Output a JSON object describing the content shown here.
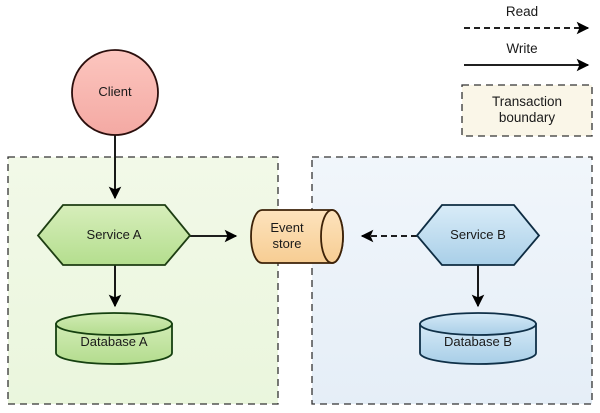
{
  "diagram": {
    "title": "Event-sourcing transaction boundary diagram",
    "type": "architecture-flow"
  },
  "nodes": {
    "client": {
      "label": "Client",
      "shape": "ellipse",
      "fill": "#f8b6b0",
      "stroke": "#2b0f0d"
    },
    "service_a": {
      "label": "Service A",
      "shape": "hexagon",
      "fill": "#c8e6a0",
      "stroke": "#1d3d12"
    },
    "database_a": {
      "label": "Database A",
      "shape": "cylinder-vertical",
      "fill": "#c2e3a3",
      "stroke": "#15400f"
    },
    "event_store": {
      "label": "Event\nstore",
      "shape": "cylinder-horizontal",
      "fill": "#fad9a8",
      "stroke": "#3d2208"
    },
    "service_b": {
      "label": "Service B",
      "shape": "hexagon",
      "fill": "#bedcf0",
      "stroke": "#0e2c42"
    },
    "database_b": {
      "label": "Database B",
      "shape": "cylinder-vertical",
      "fill": "#bedcef",
      "stroke": "#0f3048"
    }
  },
  "boundaries": {
    "left": {
      "name": "transaction-boundary-a",
      "fill": "#eef7e2",
      "stroke": "#333333"
    },
    "right": {
      "name": "transaction-boundary-b",
      "fill": "#eaf1f8",
      "stroke": "#333333"
    }
  },
  "edges": [
    {
      "name": "client-to-service-a",
      "style": "solid",
      "kind": "write"
    },
    {
      "name": "service-a-to-database-a",
      "style": "solid",
      "kind": "write"
    },
    {
      "name": "service-a-to-event-store",
      "style": "solid",
      "kind": "write"
    },
    {
      "name": "event-store-to-service-b",
      "style": "dashed",
      "kind": "read"
    },
    {
      "name": "service-b-to-database-b",
      "style": "solid",
      "kind": "write"
    }
  ],
  "legend": {
    "read_label": "Read",
    "write_label": "Write",
    "boundary_label": "Transaction\nboundary",
    "boundary_fill": "#faf6e8",
    "boundary_stroke": "#333333"
  }
}
